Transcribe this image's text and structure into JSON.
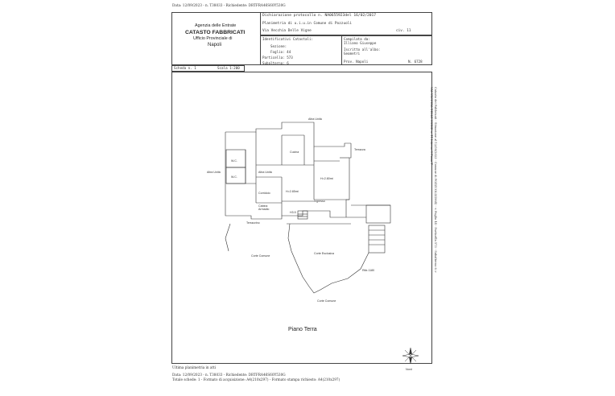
{
  "header": {
    "top_line": "Data: 12/09/2023 - n. T38033 - Richiedente: DRTFRA46S60Y530G",
    "agency_line1": "Agenzia delle Entrate",
    "agency_line2": "CATASTO FABBRICATI",
    "agency_line3": "Ufficio Provinciale di",
    "agency_line4": "Napoli",
    "declaration": "Dichiarazione protocollo n. NA0655923del  16/02/2017",
    "planimetry": "Planimetria di u.i.u.in Comune di Pozzuoli",
    "address": "Via Vecchia Delle Vigne",
    "civ": "civ. 11",
    "ident_title": "Identificativi Catastali:",
    "sezione": "Sezione:",
    "foglio": "Foglio: 44",
    "particella": "Particella: 573",
    "subalterno": "Subalterno: 6",
    "compilata_label": "Compilata da:",
    "compilata_name": "Illiano Giuseppe",
    "iscritto_label": "Iscritto all'albo:",
    "iscritto_value": "Geometri",
    "prov": "Prov. Napoli",
    "numero": "N. 6728",
    "scheda": "Scheda n. 1",
    "scala": "Scala 1:200"
  },
  "plan": {
    "rooms": {
      "altra_unita_top": "Altra Unità",
      "wc1": "W.C.",
      "wc2": "W.C.",
      "cucina": "Cucina",
      "terrazza": "Terrazza",
      "altra_unita_left": "Altra Unità",
      "altra_unita_mid": "Altra Unità",
      "h1": "H=2.80mt",
      "corridoio": "Corridoio",
      "h2": "H=2.85mt",
      "cabina": "Cabina\nArmadio",
      "h3": "H3.5",
      "ingresso": "Ingresso",
      "terrazzino": "Terrazzino",
      "corte_comune": "Corte Comune",
      "corte_esclusiva": "Corte Esclusiva",
      "rifa": "Rifa 1180",
      "corte_comune_bottom": "Corte Comune"
    },
    "floor_label": "Piano Terra",
    "north_label": "Nord"
  },
  "footer": {
    "ultima": "Ultima planimetria in atti",
    "line1": "Data: 12/09/2023 - n. T38033 - Richiedente: DRTFRA46S60Y530G",
    "line2": "Totale schede: 1 - Formato di acquisizione: A4(210x297) - Formato stampa richiesto: A4(210x297)"
  },
  "side": {
    "text1": "Catasto dei Fabbricati - Situazione al 12/09/2023 - Comune di POZZUOLI(G964) - < Foglio 44 - Particella 573 - Subalterno 6 >",
    "text2": "VIA VECCHIA DELLE VIGNE n. 11 Interno 3 Piano T"
  }
}
